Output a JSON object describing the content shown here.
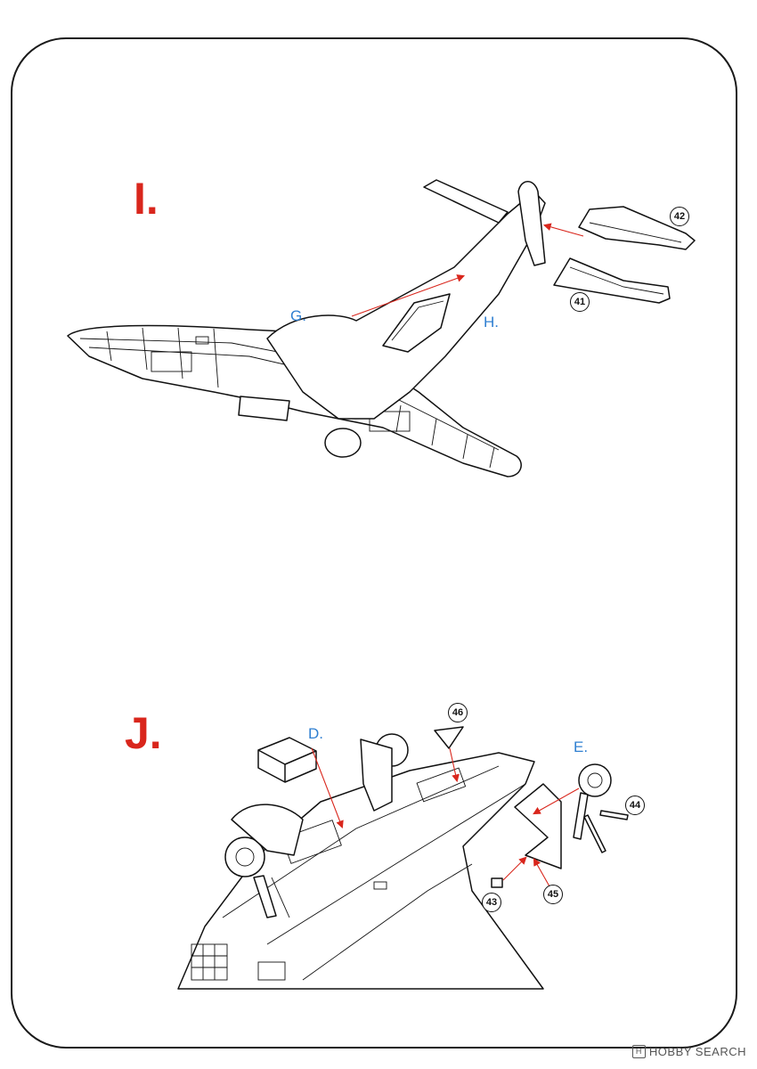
{
  "steps": {
    "step_i": {
      "label": "I.",
      "sub_g": "G.",
      "sub_h": "H.",
      "part_42": "42",
      "part_41": "41"
    },
    "step_j": {
      "label": "J.",
      "sub_d": "D.",
      "sub_e": "E.",
      "part_46": "46",
      "part_44": "44",
      "part_43": "43",
      "part_45": "45"
    }
  },
  "watermark": {
    "icon": "hobby-search-logo-icon",
    "text": "HOBBY SEARCH"
  },
  "colors": {
    "step_letter": "#d9261c",
    "sub_letter": "#2f7fd1",
    "arrow": "#d9261c",
    "line": "#111111"
  }
}
